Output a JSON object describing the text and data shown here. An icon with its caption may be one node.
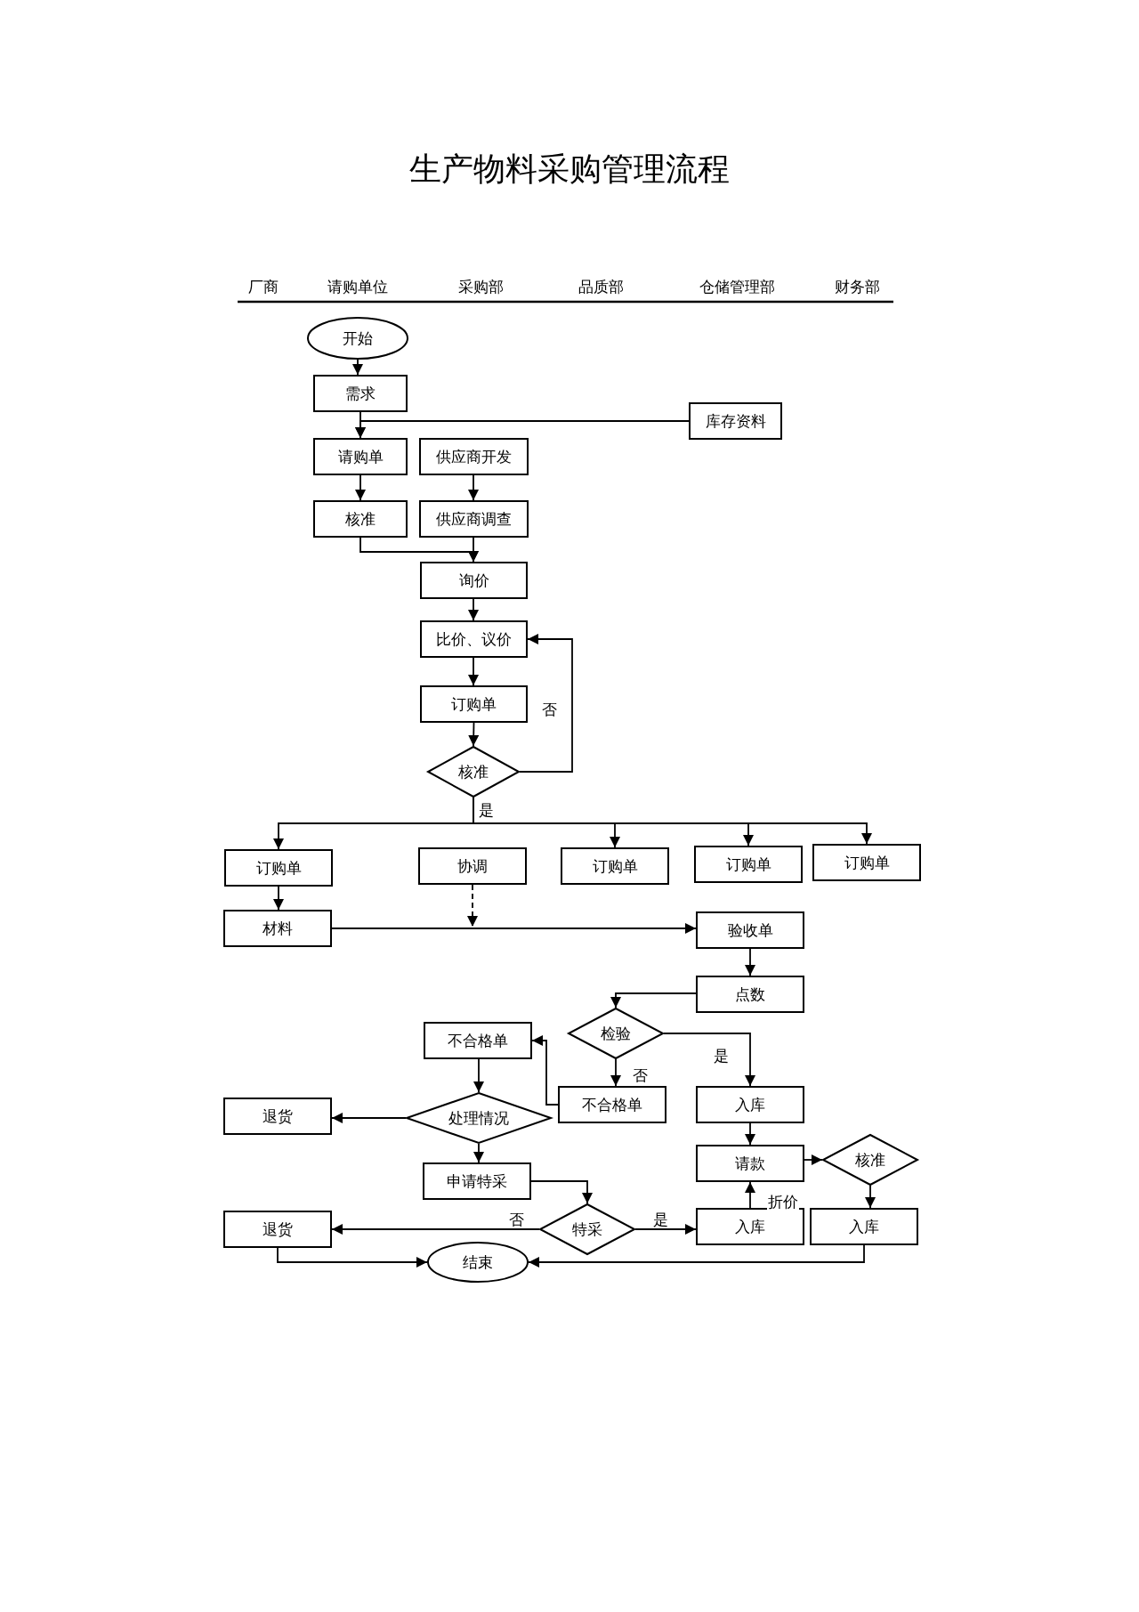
{
  "diagram": {
    "title": "生产物料采购管理流程",
    "nodes": [
      {
        "text": [
          "开始"
        ]
      },
      {
        "text": [
          "需求"
        ]
      },
      {
        "text": [
          "库存资料"
        ]
      },
      {
        "text": [
          "请购单"
        ]
      },
      {
        "text": [
          "供应商开发"
        ]
      },
      {
        "text": [
          "核准"
        ]
      },
      {
        "text": [
          "供应商调查"
        ]
      },
      {
        "text": [
          "询价"
        ]
      },
      {
        "text": [
          "比价、议价"
        ]
      },
      {
        "text": [
          "订购单"
        ]
      },
      {
        "text": [
          "核准"
        ]
      },
      {
        "text": [
          "订购单"
        ]
      },
      {
        "text": [
          "协调"
        ]
      },
      {
        "text": [
          "订购单"
        ]
      },
      {
        "text": [
          "订购单"
        ]
      },
      {
        "text": [
          "订购单"
        ]
      },
      {
        "text": [
          "材料"
        ]
      },
      {
        "text": [
          "验收单"
        ]
      },
      {
        "text": [
          "点数"
        ]
      },
      {
        "text": [
          "检验"
        ]
      },
      {
        "text": [
          "不合格单"
        ]
      },
      {
        "text": [
          "不合格单"
        ]
      },
      {
        "text": [
          "入库"
        ]
      },
      {
        "text": [
          "处理情况"
        ]
      },
      {
        "text": [
          "退货"
        ]
      },
      {
        "text": [
          "请款"
        ]
      },
      {
        "text": [
          "核准"
        ]
      },
      {
        "text": [
          "申请特采"
        ]
      },
      {
        "text": [
          "特采"
        ]
      },
      {
        "text": [
          "退货"
        ]
      },
      {
        "text": [
          "入库"
        ]
      },
      {
        "text": [
          "入库"
        ]
      },
      {
        "text": [
          "结束"
        ]
      }
    ],
    "edges": [
      {
        "from": 0,
        "to": 1,
        "arrow": "to"
      },
      {
        "from": 2,
        "to": 3,
        "arrow": "to"
      },
      {
        "from": 1,
        "to": 3,
        "arrow": "to"
      },
      {
        "from": 3,
        "to": 5,
        "arrow": "to"
      },
      {
        "from": 4,
        "to": 6,
        "arrow": "to"
      },
      {
        "from": 5,
        "to": 7,
        "arrow": "to"
      },
      {
        "from": 6,
        "to": 7,
        "arrow": "to"
      },
      {
        "from": 7,
        "to": 8,
        "arrow": "to"
      },
      {
        "from": 8,
        "to": 9,
        "arrow": "to"
      },
      {
        "from": 9,
        "to": 10,
        "arrow": "to"
      },
      {
        "from": 10,
        "to": 8,
        "arrow": "to",
        "label": "否"
      },
      {
        "from": 10,
        "to": 11,
        "arrow": "to",
        "label": "是"
      },
      {
        "from": 10,
        "to": 13,
        "arrow": "to"
      },
      {
        "from": 10,
        "to": 14,
        "arrow": "to"
      },
      {
        "from": 10,
        "to": 15,
        "arrow": "to"
      },
      {
        "from": 11,
        "to": 16,
        "arrow": "to"
      },
      {
        "from": 16,
        "to": 17,
        "arrow": "to"
      },
      {
        "from": 12,
        "to": null,
        "arrow": "to",
        "style": "dashed"
      },
      {
        "from": 17,
        "to": 18,
        "arrow": "to"
      },
      {
        "from": 18,
        "to": 19,
        "arrow": "to"
      },
      {
        "from": 19,
        "to": 22,
        "arrow": "to",
        "label": "是"
      },
      {
        "from": 19,
        "to": 21,
        "arrow": "to",
        "label": "否"
      },
      {
        "from": 21,
        "to": 20,
        "arrow": "to"
      },
      {
        "from": 20,
        "to": 23,
        "arrow": "to"
      },
      {
        "from": 23,
        "to": 24,
        "arrow": "to"
      },
      {
        "from": 23,
        "to": 27,
        "arrow": "to"
      },
      {
        "from": 27,
        "to": 28,
        "arrow": "to"
      },
      {
        "from": 28,
        "to": 29,
        "arrow": "to",
        "label": "否"
      },
      {
        "from": 28,
        "to": 30,
        "arrow": "to",
        "label": "是"
      },
      {
        "from": 22,
        "to": 25,
        "arrow": "to"
      },
      {
        "from": 30,
        "to": 25,
        "arrow": "to",
        "label": "折价"
      },
      {
        "from": 25,
        "to": 26,
        "arrow": "to"
      },
      {
        "from": 26,
        "to": 31,
        "arrow": "to"
      },
      {
        "from": 29,
        "to": 32,
        "arrow": "to"
      },
      {
        "from": 31,
        "to": 32,
        "arrow": "to"
      }
    ],
    "labels": [
      "厂商",
      "请购单位",
      "采购部",
      "品质部",
      "仓储管理部",
      "财务部"
    ]
  }
}
